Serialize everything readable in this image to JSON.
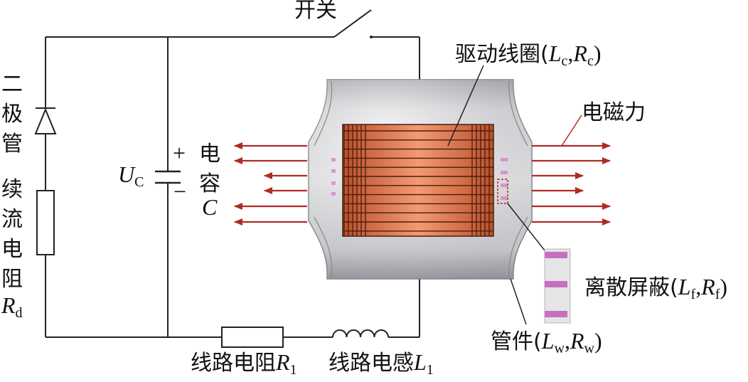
{
  "labels": {
    "switch": "开关",
    "drive_coil": {
      "text": "驱动线圈(",
      "L": "L",
      "L_sub": "c",
      "sep": ",",
      "R": "R",
      "R_sub": "c",
      "close": ")"
    },
    "em_force": "电磁力",
    "diode": [
      "二",
      "极",
      "管"
    ],
    "resistor_freewheel": [
      "续",
      "流",
      "电",
      "阻"
    ],
    "Rd": {
      "R": "R",
      "sub": "d"
    },
    "cap_symbol": {
      "U": "U",
      "sub": "C"
    },
    "cap_plus": "+",
    "cap_minus": "−",
    "capacitor": [
      "电",
      "容"
    ],
    "cap_C": "C",
    "discrete_shield": {
      "text": "离散屏蔽(",
      "L": "L",
      "L_sub": "f",
      "sep": ",",
      "R": "R",
      "R_sub": "f",
      "close": ")"
    },
    "tube": {
      "text": "管件(",
      "L": "L",
      "L_sub": "w",
      "sep": ",",
      "R": "R",
      "R_sub": "w",
      "close": ")"
    },
    "line_resistance": {
      "text": "线路电阻",
      "R": "R",
      "sub": "1"
    },
    "line_inductance": {
      "text": "线路电感",
      "L": "L",
      "sub": "1"
    }
  },
  "colors": {
    "wire": "#222222",
    "arrow": "#b02a24",
    "coil": "#d9774e",
    "coil_dark": "#4a1d0e",
    "tube": "#c9c9cc",
    "shield": "#c86fc0"
  }
}
